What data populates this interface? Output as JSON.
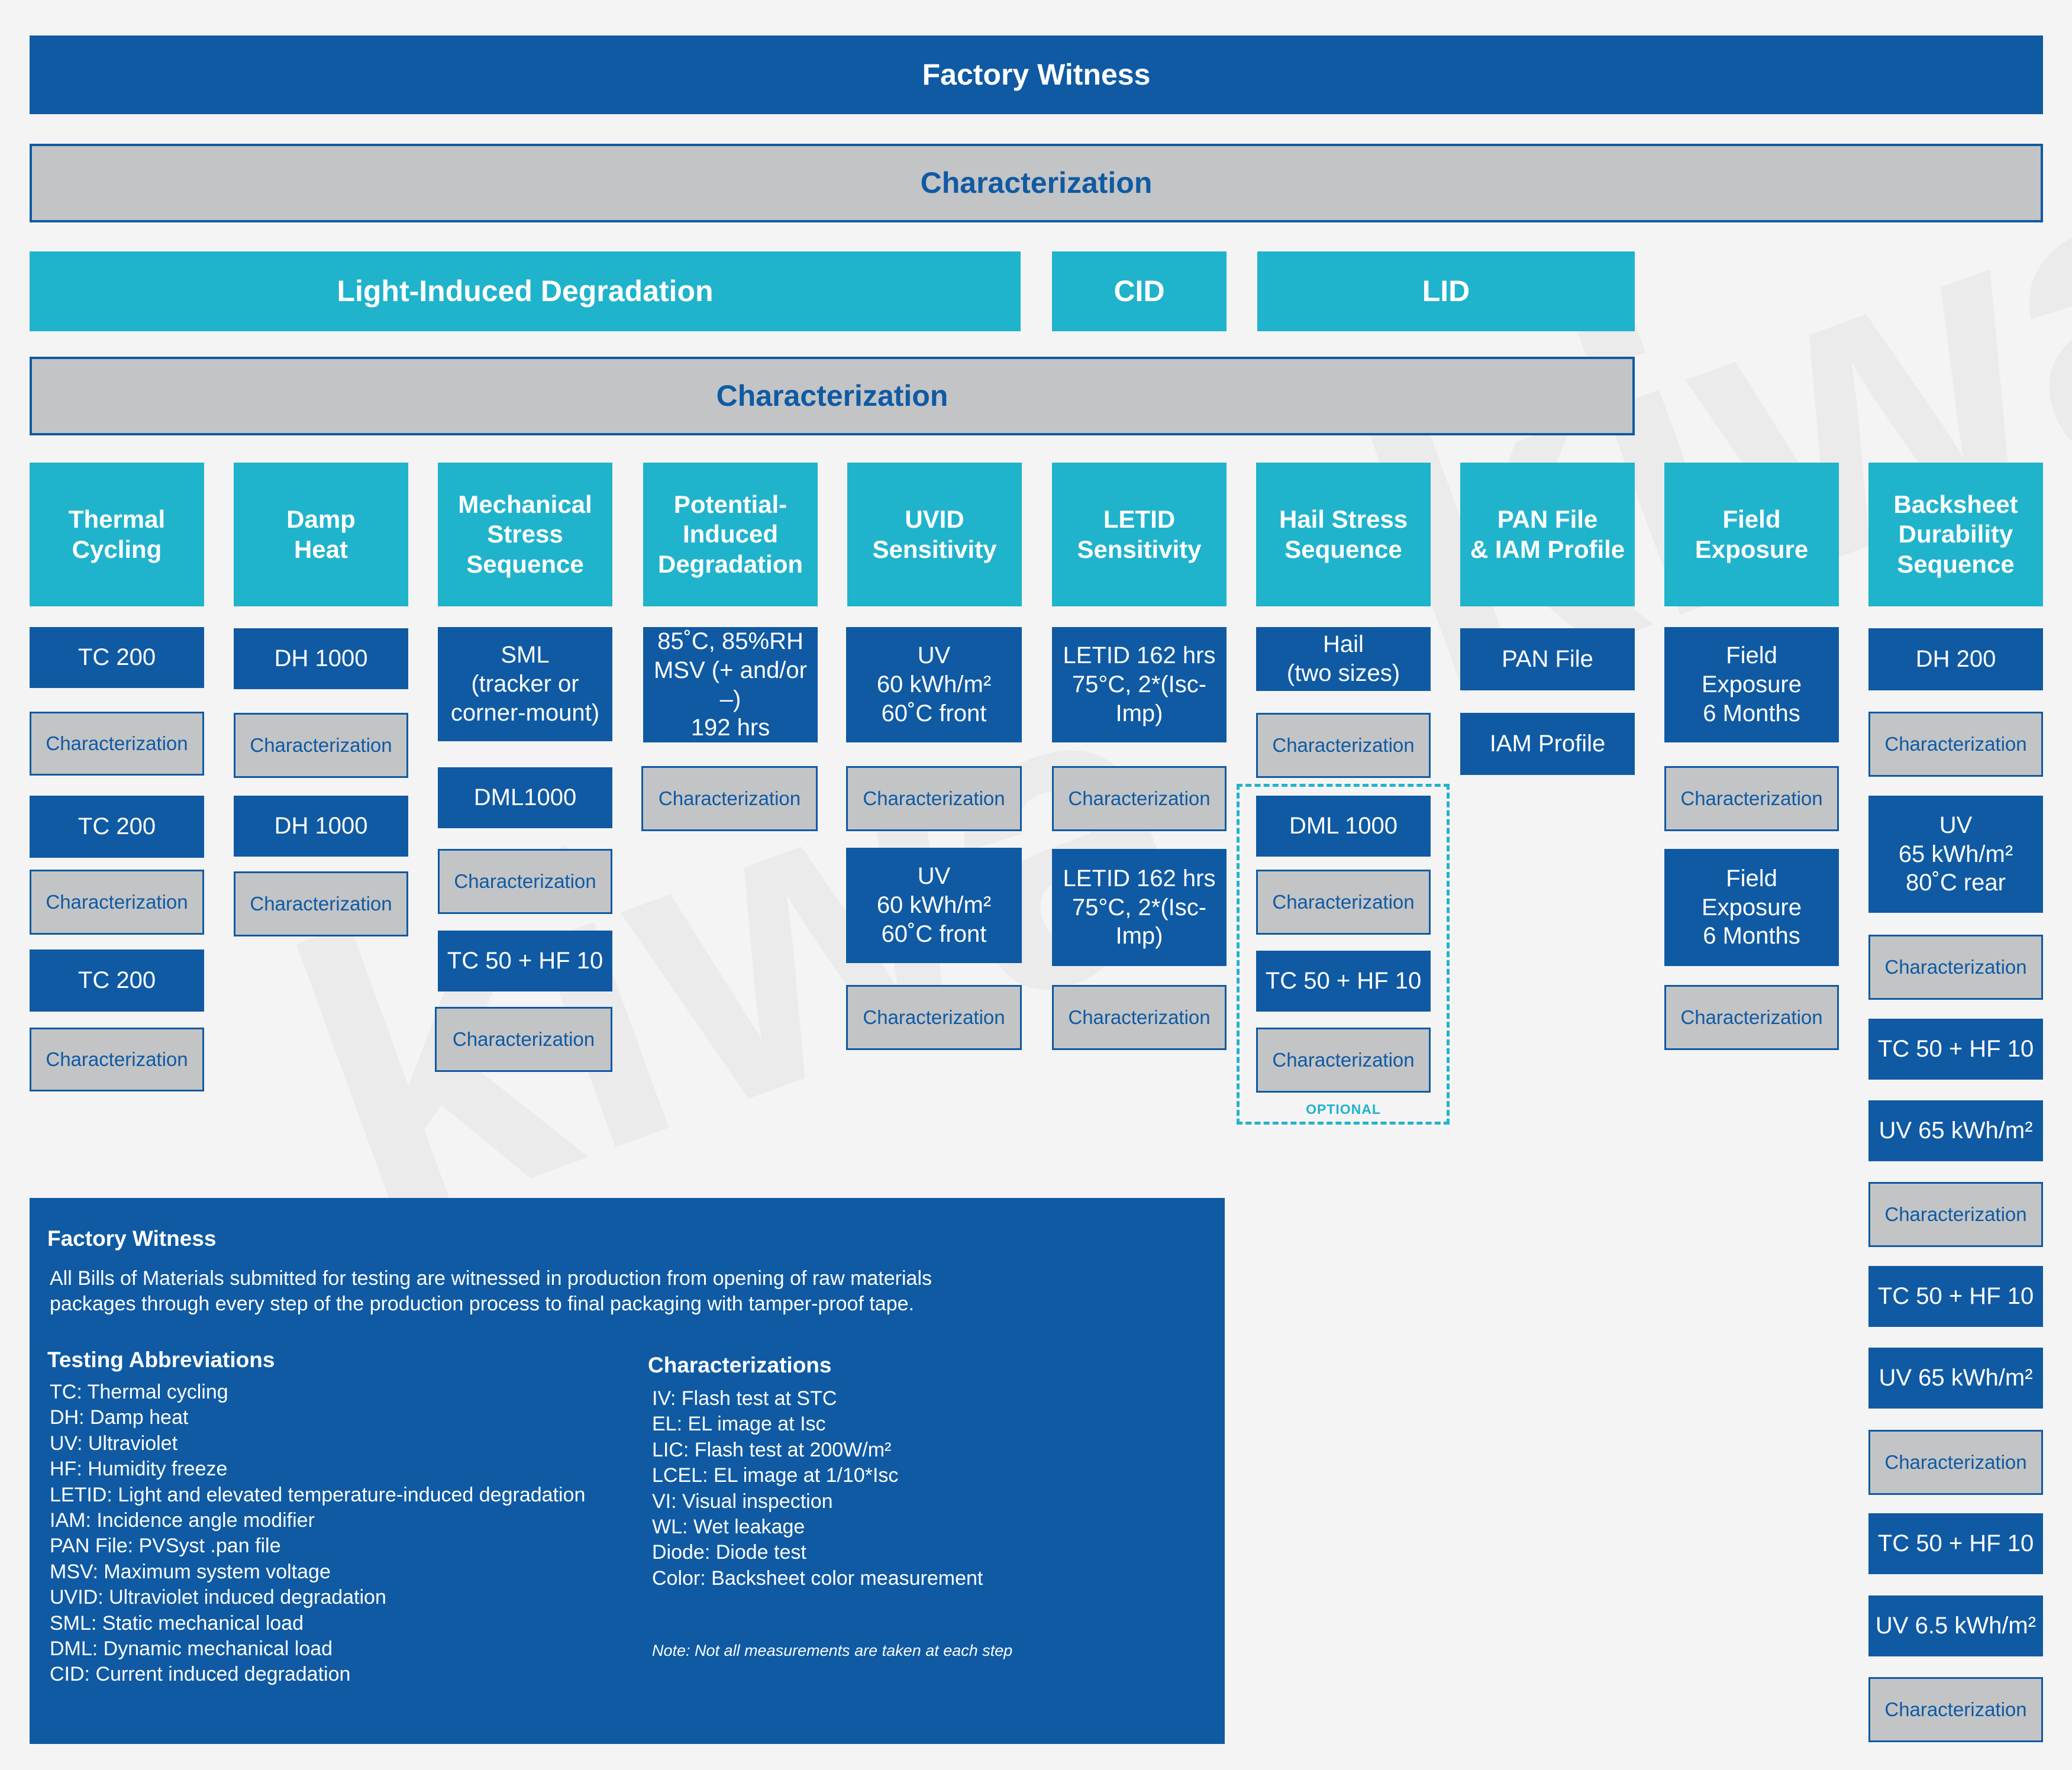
{
  "top": {
    "factory_witness": "Factory Witness",
    "characterization_1": "Characterization",
    "lid_left": "Light-Induced Degradation",
    "cid": "CID",
    "lid_right": "LID",
    "characterization_2": "Characterization"
  },
  "columns": [
    {
      "header": "Thermal\nCycling",
      "steps": [
        {
          "kind": "test",
          "label": "TC 200"
        },
        {
          "kind": "char",
          "label": "Characterization"
        },
        {
          "kind": "test",
          "label": "TC 200"
        },
        {
          "kind": "char",
          "label": "Characterization"
        },
        {
          "kind": "test",
          "label": "TC 200"
        },
        {
          "kind": "char",
          "label": "Characterization"
        }
      ]
    },
    {
      "header": "Damp\nHeat",
      "steps": [
        {
          "kind": "test",
          "label": "DH 1000"
        },
        {
          "kind": "char",
          "label": "Characterization"
        },
        {
          "kind": "test",
          "label": "DH 1000"
        },
        {
          "kind": "char",
          "label": "Characterization"
        }
      ]
    },
    {
      "header": "Mechanical\nStress\nSequence",
      "steps": [
        {
          "kind": "test",
          "label": "SML\n(tracker or\ncorner-mount)"
        },
        {
          "kind": "test",
          "label": "DML1000"
        },
        {
          "kind": "char",
          "label": "Characterization"
        },
        {
          "kind": "test",
          "label": "TC 50 + HF 10"
        },
        {
          "kind": "char",
          "label": "Characterization"
        }
      ]
    },
    {
      "header": "Potential-\nInduced\nDegradation",
      "steps": [
        {
          "kind": "test",
          "label": "85˚C, 85%RH\nMSV (+ and/or –)\n192 hrs"
        },
        {
          "kind": "char",
          "label": "Characterization"
        }
      ]
    },
    {
      "header": "UVID\nSensitivity",
      "steps": [
        {
          "kind": "test",
          "label": "UV\n60 kWh/m²\n60˚C front"
        },
        {
          "kind": "char",
          "label": "Characterization"
        },
        {
          "kind": "test",
          "label": "UV\n60 kWh/m²\n60˚C front"
        },
        {
          "kind": "char",
          "label": "Characterization"
        }
      ]
    },
    {
      "header": "LETID\nSensitivity",
      "steps": [
        {
          "kind": "test",
          "label": "LETID 162 hrs\n75°C, 2*(Isc-Imp)"
        },
        {
          "kind": "char",
          "label": "Characterization"
        },
        {
          "kind": "test",
          "label": "LETID 162 hrs\n75°C, 2*(Isc-Imp)"
        },
        {
          "kind": "char",
          "label": "Characterization"
        }
      ]
    },
    {
      "header": "Hail Stress\nSequence",
      "optional_label": "OPTIONAL",
      "steps": [
        {
          "kind": "test",
          "label": "Hail\n(two sizes)"
        },
        {
          "kind": "char",
          "label": "Characterization"
        },
        {
          "kind": "test",
          "label": "DML 1000"
        },
        {
          "kind": "char",
          "label": "Characterization"
        },
        {
          "kind": "test",
          "label": "TC 50 + HF 10"
        },
        {
          "kind": "char",
          "label": "Characterization"
        }
      ]
    },
    {
      "header": "PAN File\n& IAM Profile",
      "steps": [
        {
          "kind": "test",
          "label": "PAN File"
        },
        {
          "kind": "test",
          "label": "IAM Profile"
        }
      ]
    },
    {
      "header": "Field\nExposure",
      "steps": [
        {
          "kind": "test",
          "label": "Field\nExposure\n6 Months"
        },
        {
          "kind": "char",
          "label": "Characterization"
        },
        {
          "kind": "test",
          "label": "Field\nExposure\n6 Months"
        },
        {
          "kind": "char",
          "label": "Characterization"
        }
      ]
    },
    {
      "header": "Backsheet\nDurability\nSequence",
      "steps": [
        {
          "kind": "test",
          "label": "DH 200"
        },
        {
          "kind": "char",
          "label": "Characterization"
        },
        {
          "kind": "test",
          "label": "UV\n65 kWh/m²\n80˚C rear"
        },
        {
          "kind": "char",
          "label": "Characterization"
        },
        {
          "kind": "test",
          "label": "TC 50 + HF 10"
        },
        {
          "kind": "test",
          "label": "UV 65 kWh/m²"
        },
        {
          "kind": "char",
          "label": "Characterization"
        },
        {
          "kind": "test",
          "label": "TC 50 + HF 10"
        },
        {
          "kind": "test",
          "label": "UV 65 kWh/m²"
        },
        {
          "kind": "char",
          "label": "Characterization"
        },
        {
          "kind": "test",
          "label": "TC 50 + HF 10"
        },
        {
          "kind": "test",
          "label": "UV 6.5 kWh/m²"
        },
        {
          "kind": "char",
          "label": "Characterization"
        }
      ]
    }
  ],
  "info": {
    "fw_title": "Factory Witness",
    "fw_text": "All Bills of Materials submitted for testing are witnessed in production from opening of raw materials\npackages through every step of the production process to final packaging with tamper-proof tape.",
    "abbr_title": "Testing Abbreviations",
    "abbr_items": [
      "TC: Thermal cycling",
      "DH: Damp heat",
      "UV: Ultraviolet",
      "HF: Humidity freeze",
      "LETID: Light and elevated temperature-induced degradation",
      "IAM: Incidence angle modifier",
      "PAN File: PVSyst .pan file",
      "MSV: Maximum system voltage",
      "UVID: Ultraviolet induced degradation",
      "SML: Static mechanical load",
      "DML: Dynamic mechanical load",
      "CID: Current induced degradation"
    ],
    "char_title": "Characterizations",
    "char_items": [
      "IV: Flash test at STC",
      "EL: EL image at Isc",
      "LIC: Flash test at 200W/m²",
      "LCEL: EL image at 1/10*Isc",
      "VI: Visual inspection",
      "WL: Wet leakage",
      "Diode: Diode test",
      "Color: Backsheet color measurement"
    ],
    "note": "Note: Not all measurements are taken at each step"
  },
  "colors": {
    "navy": "#0f5aa3",
    "teal": "#20b3cc",
    "gray": "#c3c4c6",
    "background": "#f4f4f4"
  }
}
